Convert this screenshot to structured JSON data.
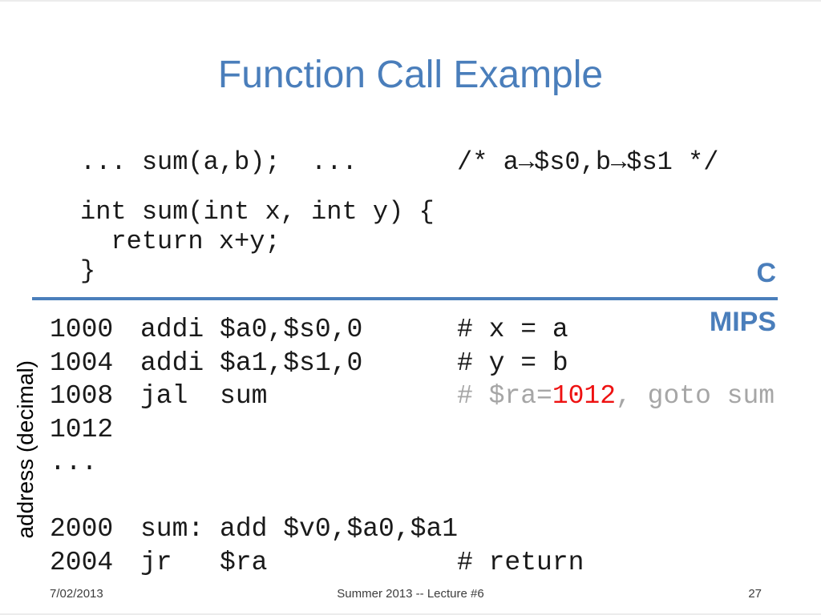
{
  "title": "Function Call Example",
  "c_section": {
    "call_code": "... sum(a,b);  ...",
    "call_comment": "/* a→$s0,b→$s1 */",
    "def_lines": [
      "int sum(int x, int y) {",
      "  return x+y;",
      "}"
    ]
  },
  "section_labels": {
    "c": "C",
    "mips": "MIPS"
  },
  "axis_label": "address (decimal)",
  "mips": {
    "rows": [
      {
        "addr": "1000",
        "instr": "addi $a0,$s0,0",
        "comment": "# x = a"
      },
      {
        "addr": "1004",
        "instr": "addi $a1,$s1,0",
        "comment": "# y = b"
      },
      {
        "addr": "1008",
        "instr": "jal  sum",
        "comment_pre": "# $ra=",
        "comment_red": "1012",
        "comment_post": ", goto sum"
      },
      {
        "addr": "1012"
      },
      {
        "addr": "..."
      },
      {},
      {
        "addr": "2000",
        "instr": "sum: add $v0,$a0,$a1"
      },
      {
        "addr": "2004",
        "instr": "jr   $ra",
        "comment": "# return"
      }
    ]
  },
  "footer": {
    "date": "7/02/2013",
    "center": "Summer 2013 -- Lecture #6",
    "page": "27"
  },
  "colors": {
    "accent_blue": "#4a7ebb",
    "comment_gray": "#a6a6a6",
    "highlight_red": "#ee1111",
    "code_black": "#1a1a1a"
  }
}
